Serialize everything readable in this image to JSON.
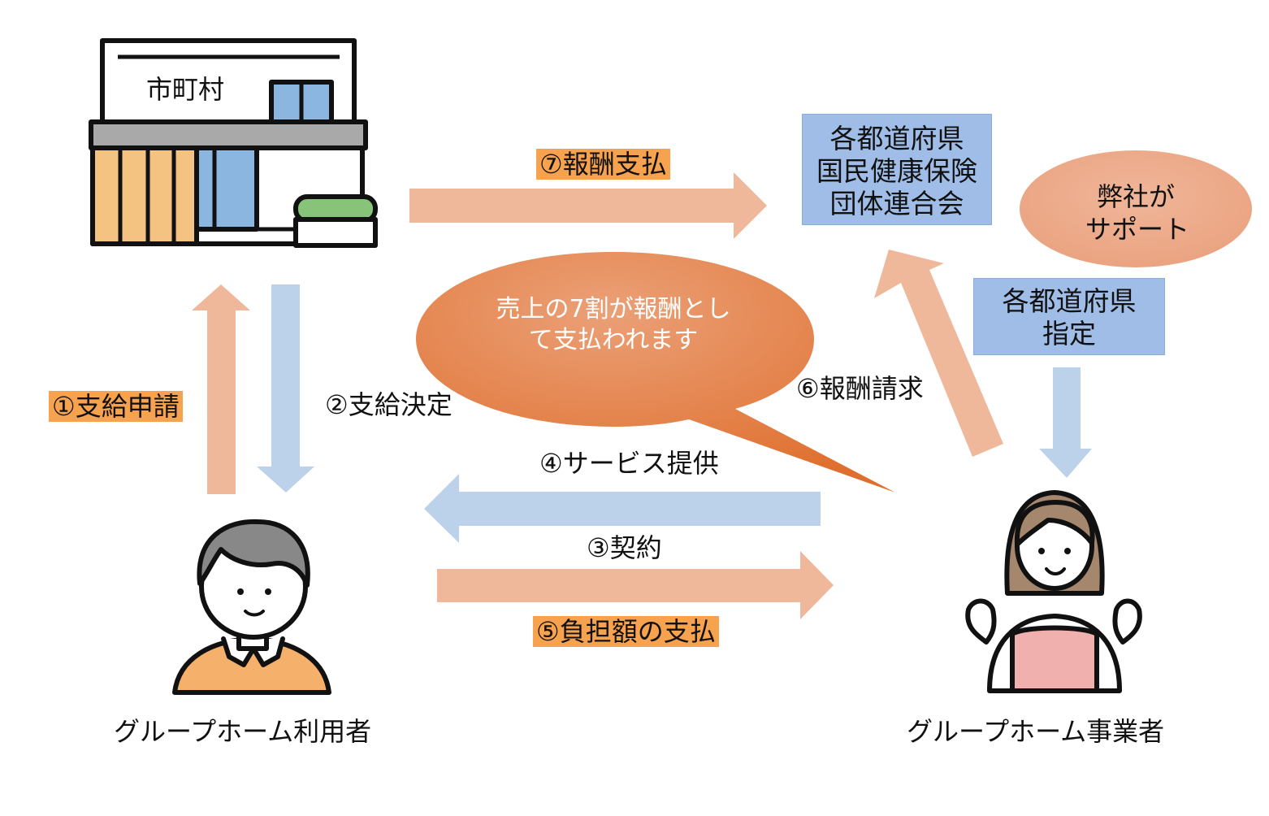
{
  "building": {
    "label": "市町村"
  },
  "kokuho": {
    "lines": [
      "各都道府県",
      "国民健康保険",
      "団体連合会"
    ]
  },
  "support": {
    "lines": [
      "弊社が",
      "サポート"
    ]
  },
  "designation": {
    "lines": [
      "各都道府県",
      "指定"
    ]
  },
  "bubble": {
    "lines": [
      "売上の7割が報酬とし",
      "て支払われます"
    ]
  },
  "steps": {
    "s1": "①支給申請",
    "s2": "②支給決定",
    "s3": "③契約",
    "s4": "④サービス提供",
    "s5": "⑤負担額の支払",
    "s6": "⑥報酬請求",
    "s7": "⑦報酬支払"
  },
  "actors": {
    "user": "グループホーム利用者",
    "provider": "グループホーム事業者"
  },
  "colors": {
    "arrow_orange": "#f0b89a",
    "arrow_blue": "#bcd1ea",
    "highlight": "#f6a24e",
    "bubble": "#e67e3e",
    "box_blue": "#9fbde6"
  }
}
